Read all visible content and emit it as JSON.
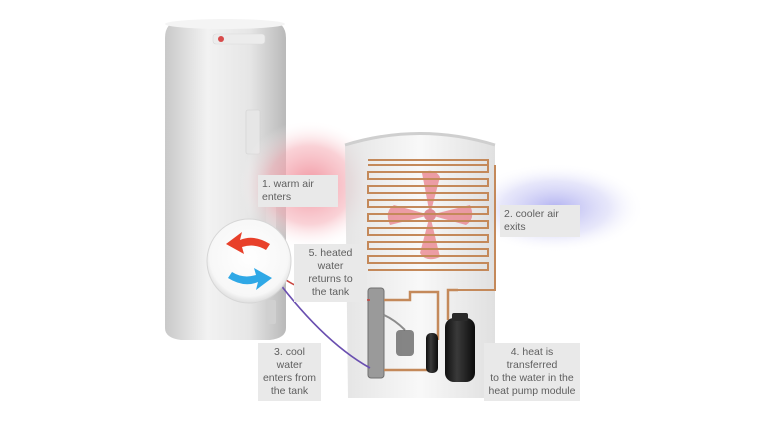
{
  "labels": {
    "warm_air": "1. warm air enters",
    "cooler_air": "2. cooler air exits",
    "cool_water": "3. cool water\nenters from\nthe tank",
    "heat_transfer": "4. heat is transferred\nto the water in the\nheat pump module",
    "heated_water": "5. heated water\nreturns to\nthe tank"
  },
  "colors": {
    "warm_air": "#f2a0a8",
    "cool_air": "#b8b8f0",
    "hot_arrow": "#e8402a",
    "cold_arrow": "#2fa8e6",
    "hot_pipe": "#c8453f",
    "cold_pipe": "#6a4fb0",
    "copper": "#c4895a",
    "label_bg": "#e9e9e9"
  },
  "icons": {
    "hot_flow": "arrow-left-icon",
    "cold_flow": "arrow-right-icon",
    "fan": "fan-icon"
  }
}
